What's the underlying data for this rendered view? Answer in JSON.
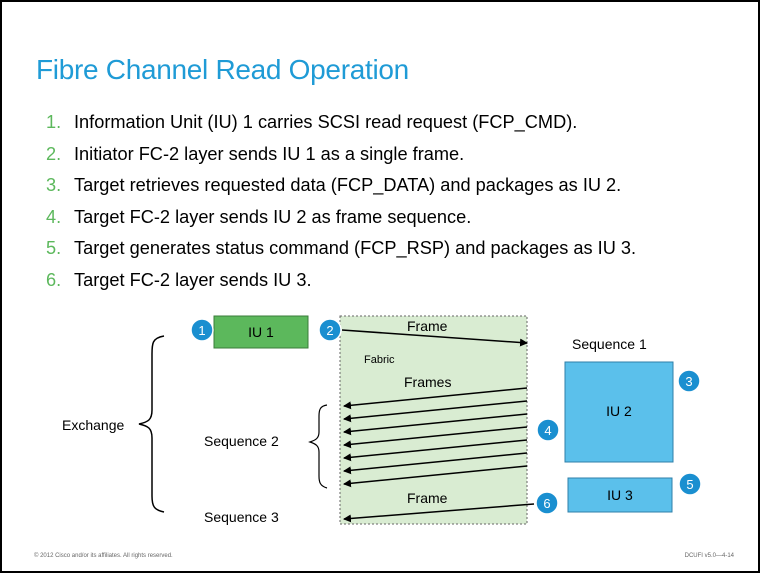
{
  "title": "Fibre Channel Read Operation",
  "steps": [
    {
      "number": "1.",
      "text": "Information Unit (IU) 1 carries SCSI read request (FCP_CMD)."
    },
    {
      "number": "2.",
      "text": "Initiator FC-2 layer sends IU 1 as a single frame."
    },
    {
      "number": "3.",
      "text": "Target retrieves requested data (FCP_DATA) and packages as IU 2."
    },
    {
      "number": "4.",
      "text": "Target FC-2 layer sends IU 2 as frame sequence."
    },
    {
      "number": "5.",
      "text": "Target generates status command (FCP_RSP) and packages as IU 3."
    },
    {
      "number": "6.",
      "text": "Target FC-2 layer sends IU 3."
    }
  ],
  "diagram": {
    "exchange_label": "Exchange",
    "sequence1_label": "Sequence 1",
    "sequence2_label": "Sequence 2",
    "sequence3_label": "Sequence 3",
    "fabric_label": "Fabric",
    "frame_label_top": "Frame",
    "frames_label": "Frames",
    "frame_label_bottom": "Frame",
    "iu1_label": "IU 1",
    "iu2_label": "IU 2",
    "iu3_label": "IU 3",
    "markers": [
      "1",
      "2",
      "3",
      "4",
      "5",
      "6"
    ],
    "colors": {
      "iu1_fill": "#5cb85c",
      "iu_blue_fill": "#5bc0eb",
      "fabric_fill": "#d9ecd2",
      "marker_fill": "#1a8fd0",
      "title": "#1f9bd6",
      "step_number": "#5cb85c"
    }
  },
  "footer": {
    "copyright": "© 2012 Cisco and/or its affiliates. All rights reserved.",
    "code": "DCUFI v5.0—4-14"
  }
}
